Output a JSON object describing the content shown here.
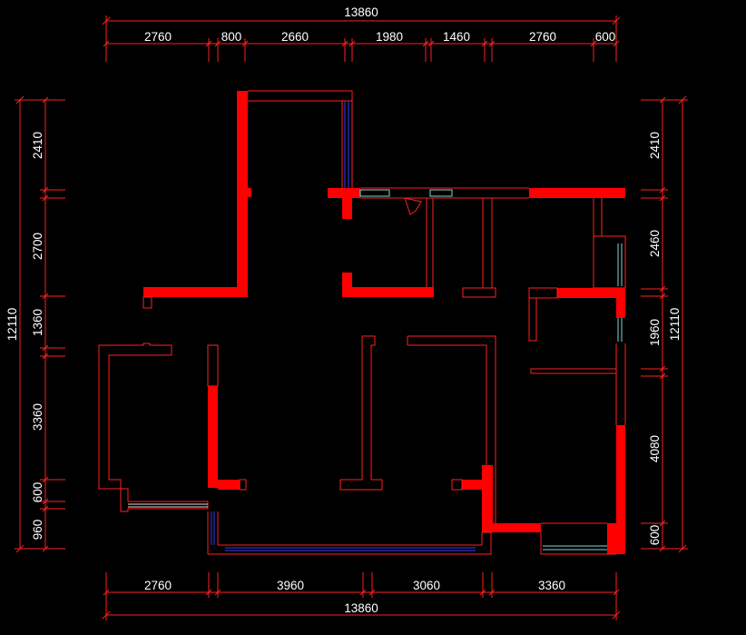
{
  "dimensions": {
    "top_total": "13860",
    "top_segments": [
      "2760",
      "800",
      "2660",
      "1980",
      "1460",
      "2760",
      "600"
    ],
    "bottom_total": "13860",
    "bottom_segments": [
      "2760",
      "3960",
      "3060",
      "3360"
    ],
    "left_total": "12110",
    "left_segments": [
      "2410",
      "2700",
      "1360",
      "3360",
      "600",
      "960"
    ],
    "right_total": "12110",
    "right_segments": [
      "2410",
      "2460",
      "1960",
      "4080",
      "600"
    ]
  },
  "colors": {
    "background": "#000000",
    "wall": "#ff0000",
    "dimension_text": "#ffffff",
    "window_blue": "#3a3aff",
    "window_cyan": "#7fd8d8"
  }
}
